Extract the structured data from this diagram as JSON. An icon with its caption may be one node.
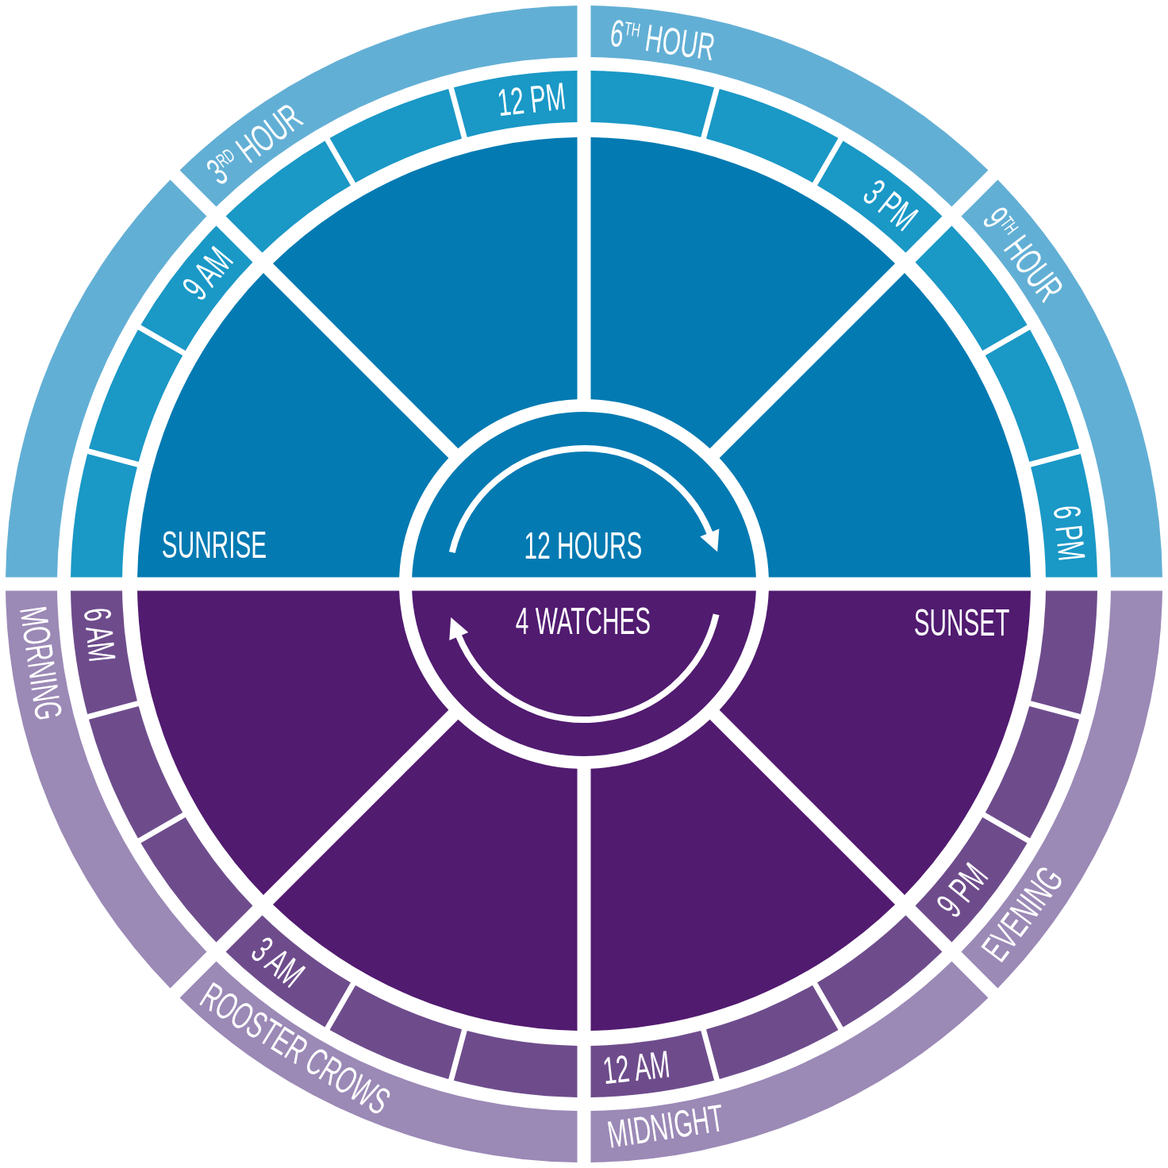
{
  "diagram": {
    "nodes": [
      {
        "text": [],
        "shape": "arc"
      },
      {
        "text": [
          "3$^{RD}$ HOUR"
        ]
      },
      {
        "text": [
          "6$^{TH}$ HOUR"
        ]
      },
      {
        "text": [
          "9$^{TH}$ HOUR"
        ]
      },
      {
        "text": [
          "EVENING"
        ]
      },
      {
        "text": [
          "MIDNIGHT"
        ]
      },
      {
        "text": [
          "ROOSTER CROWS"
        ]
      },
      {
        "text": [
          "MORNING"
        ]
      },
      {
        "text": [],
        "shape": "arc"
      },
      {
        "text": [],
        "shape": "arc"
      },
      {
        "text": [
          "9 AM"
        ]
      },
      {
        "text": [],
        "shape": "arc"
      },
      {
        "text": [],
        "shape": "arc"
      },
      {
        "text": [
          "12 PM"
        ]
      },
      {
        "text": [],
        "shape": "arc"
      },
      {
        "text": [],
        "shape": "arc"
      },
      {
        "text": [
          "3 PM"
        ]
      },
      {
        "text": [],
        "shape": "arc"
      },
      {
        "text": [],
        "shape": "arc"
      },
      {
        "text": [
          "6 PM"
        ]
      },
      {
        "text": [],
        "shape": "arc"
      },
      {
        "text": [],
        "shape": "arc"
      },
      {
        "text": [
          "9 PM"
        ]
      },
      {
        "text": [],
        "shape": "arc"
      },
      {
        "text": [],
        "shape": "arc"
      },
      {
        "text": [
          "12 AM"
        ]
      },
      {
        "text": [],
        "shape": "arc"
      },
      {
        "text": [],
        "shape": "arc"
      },
      {
        "text": [
          "3 AM"
        ]
      },
      {
        "text": [],
        "shape": "arc"
      },
      {
        "text": [],
        "shape": "arc"
      },
      {
        "text": [
          "6 AM"
        ]
      },
      {
        "text": [
          "SUNRISE"
        ]
      },
      {
        "text": [],
        "shape": "sector"
      },
      {
        "text": [],
        "shape": "sector"
      },
      {
        "text": [],
        "shape": "sector"
      },
      {
        "text": [
          "SUNSET"
        ]
      },
      {
        "text": [],
        "shape": "sector"
      },
      {
        "text": [],
        "shape": "sector"
      },
      {
        "text": [],
        "shape": "sector"
      },
      {
        "text": [
          "12 HOURS"
        ]
      },
      {
        "text": [
          "4 WATCHES"
        ]
      }
    ]
  }
}
